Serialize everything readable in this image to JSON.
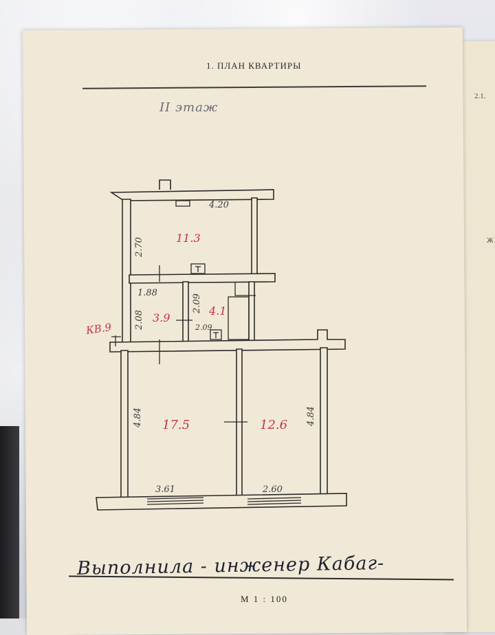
{
  "document": {
    "header_title": "1. ПЛАН КВАРТИРЫ",
    "side_section": "2.1.",
    "side_letter": "Ж",
    "floor_label": "II этаж",
    "apartment_label": "КВ.9",
    "signature": "Выполнила - инженер Кабаг-",
    "scale": "М 1 : 100"
  },
  "rooms": [
    {
      "id": "room-1",
      "area": "11.3",
      "color": "#c2334a"
    },
    {
      "id": "room-2",
      "area": "3.9",
      "color": "#c2334a"
    },
    {
      "id": "room-3",
      "area": "4.1",
      "color": "#c2334a"
    },
    {
      "id": "room-4",
      "area": "17.5",
      "color": "#c2334a"
    },
    {
      "id": "room-5",
      "area": "12.6",
      "color": "#c2334a"
    }
  ],
  "dimensions": {
    "top_width": "4.20",
    "left_height_upper": "2.70",
    "hall_width": "1.88",
    "hall_height": "2.08",
    "bath_height": "2.09",
    "bath_width": "2.09",
    "left_height_lower": "4.84",
    "right_height_lower": "4.84",
    "bottom_left_width": "3.61",
    "bottom_right_width": "2.60"
  },
  "colors": {
    "paper": "#f1e9d7",
    "ink": "#2a2a2a",
    "area_ink": "#c2334a",
    "pencil": "#6b6b74"
  }
}
